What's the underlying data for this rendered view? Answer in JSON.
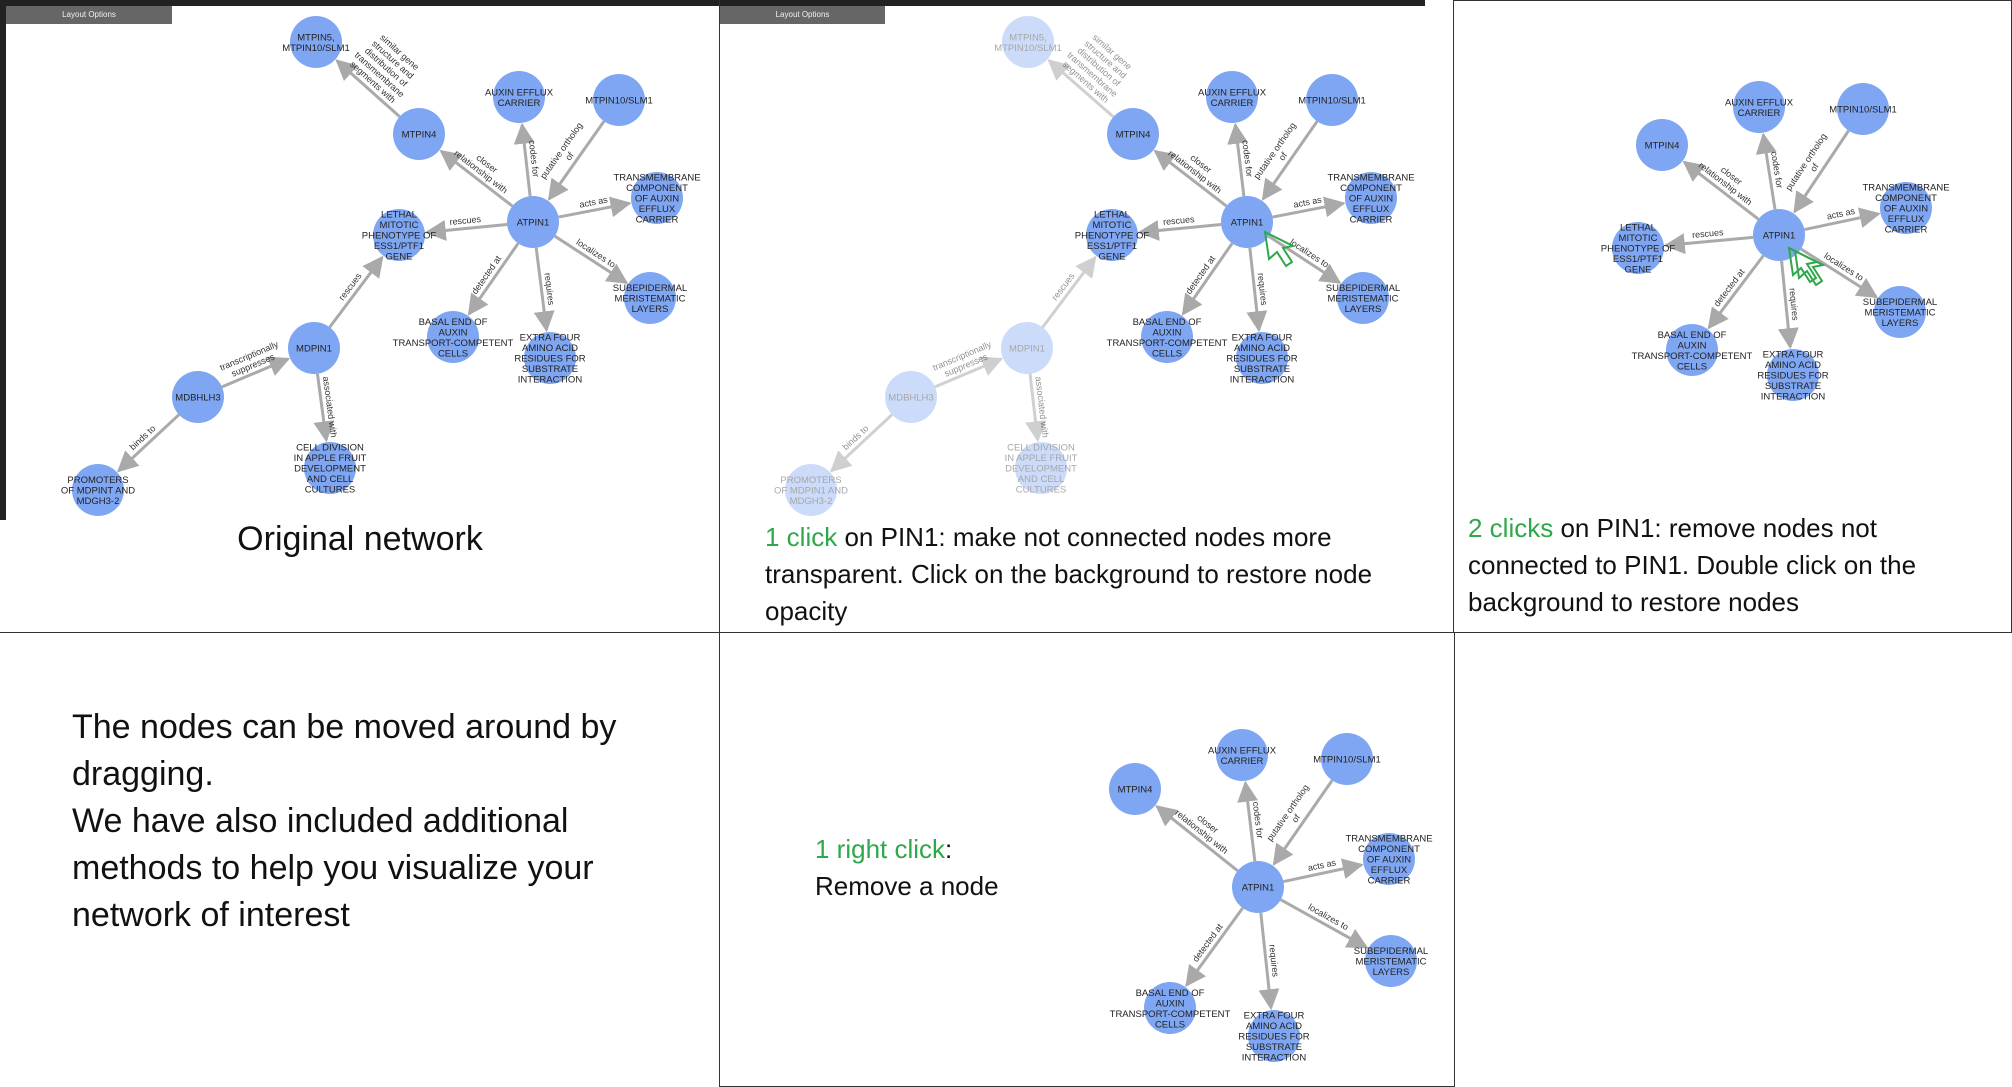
{
  "layout_options_label": "Layout Options",
  "colors": {
    "node": "#7ea6f2",
    "edge": "#aaaaaa",
    "accent": "#2ea84a",
    "cursor": "#2ea84a"
  },
  "nodes": {
    "atpin1": "ATPIN1",
    "mtpin4": "MTPIN4",
    "mtpin5": "MTPIN5, MTPIN10/SLM1",
    "auxin_efflux": "AUXIN EFFLUX CARRIER",
    "mtpin10": "MTPIN10/SLM1",
    "transmembrane": "TRANSMEMBRANE COMPONENT OF AUXIN EFFLUX CARRIER",
    "lethal": "LETHAL MITOTIC PHENOTYPE OF ESS1/PTF1 GENE",
    "subepidermal": "SUBEPIDERMAL MERISTEMATIC LAYERS",
    "basal": "BASAL END OF AUXIN TRANSPORT-COMPETENT CELLS",
    "extra": "EXTRA FOUR AMINO ACID RESIDUES FOR SUBSTRATE INTERACTION",
    "mdpin1": "MDPIN1",
    "mdbhlh3": "MDBHLH3",
    "cell_division": "CELL DIVISION IN APPLE FRUIT DEVELOPMENT AND CELL CULTURES",
    "promoters": "PROMOTERS OF MDPINT AND MDGH3-2",
    "promoters_alt": "PROMOTERS OF MDPIN1 AND MDGH3-2"
  },
  "edges": {
    "similar": "similar gene structure and distribution of transmembrane segments with",
    "closer": "closer relationship with",
    "codes_for": "codes for",
    "putative": "putative ortholog of",
    "acts_as": "acts as",
    "rescues": "rescues",
    "localizes": "localizes to",
    "detected": "detected at",
    "requires": "requires",
    "transcriptionally": "transcriptionally suppresses",
    "associated": "associated with",
    "binds": "binds to"
  },
  "captions": {
    "original": "Original network",
    "one_click_green": "1 click",
    "one_click_text": " on PIN1: make not connected nodes more transparent. Click on the background to restore node opacity",
    "two_clicks_green": "2 clicks",
    "two_clicks_text": " on PIN1: remove nodes not connected to PIN1. Double click on the background to restore nodes",
    "right_click_green": "1 right click",
    "right_click_suffix": ":",
    "right_click_text": "Remove a node",
    "drag_line1": "The nodes can be moved around by dragging.",
    "drag_line2": "We have also included additional methods to help you visualize your network of interest"
  }
}
